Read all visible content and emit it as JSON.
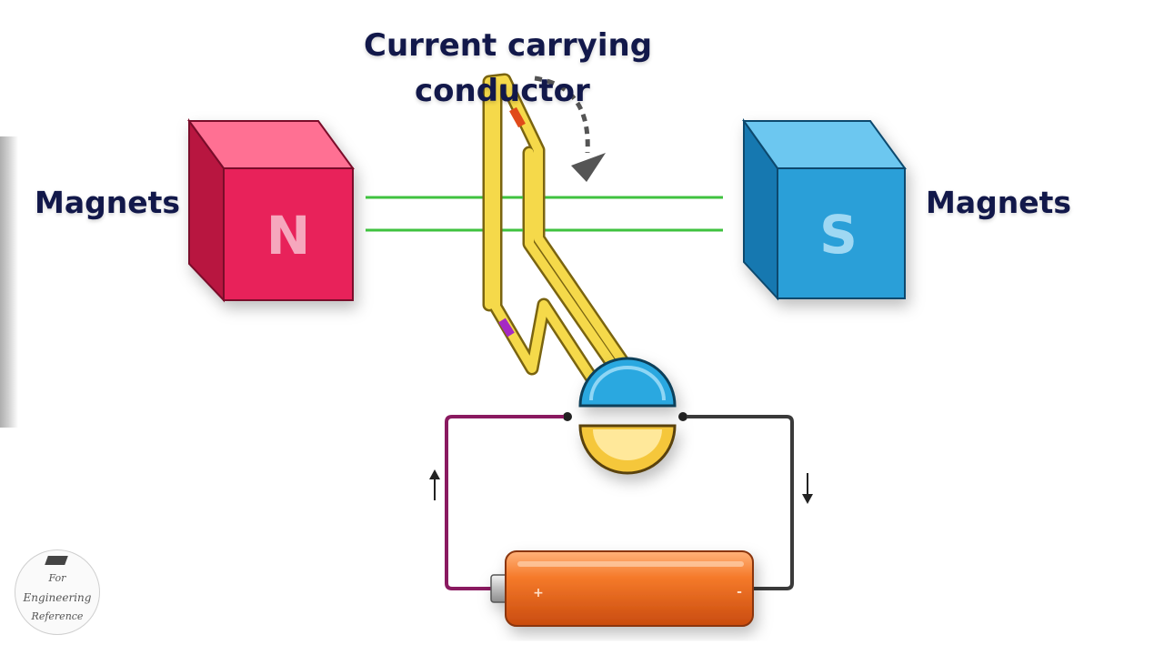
{
  "title": {
    "line1": "Current carrying",
    "line2": "conductor"
  },
  "labels": {
    "magnets_left": "Magnets",
    "magnets_right": "Magnets"
  },
  "magnets": {
    "north": {
      "letter": "N",
      "color": "#e8245a"
    },
    "south": {
      "letter": "S",
      "color": "#2a9fd8"
    }
  },
  "battery": {
    "plus": "+",
    "minus": "-",
    "color": "#f26a1b"
  },
  "colors": {
    "field_lines": "#3fc23f",
    "conductor": "#f5d94a",
    "wire_left": "#8a1a60",
    "wire_right": "#3a3a3a",
    "commutator_top": "#2aa8e0",
    "commutator_bottom": "#f5c73a"
  },
  "watermark": {
    "line1": "For",
    "line2": "Engineering",
    "line3": "Reference"
  }
}
